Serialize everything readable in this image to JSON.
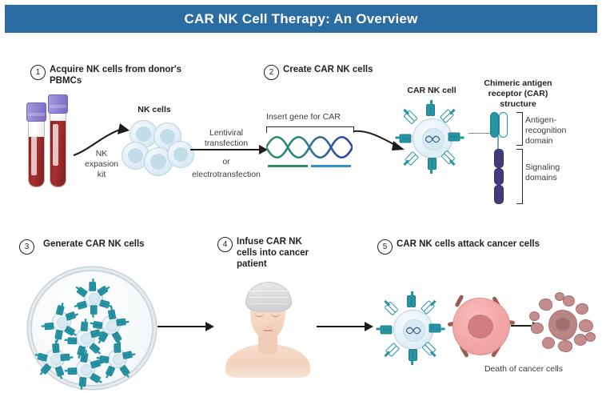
{
  "title": {
    "text": "CAR NK Cell Therapy: An Overview",
    "bar_color": "#2b6ca3",
    "text_color": "#ffffff"
  },
  "palette": {
    "teal_receptor": "#2595a5",
    "purple_signaling": "#3f3d7a",
    "blood_red": "#a83030",
    "tube_cap_purple": "#8f7fd1",
    "nk_cell_blue": "#e2eef6",
    "cancer_pink": "#f2a6a6",
    "dead_cell_mauve": "#c38d8d",
    "dna_green": "#2e8b62",
    "dna_blue": "#2f8fcf",
    "arrow_black": "#1c1c1c"
  },
  "steps": [
    {
      "number": "1",
      "title": "Acquire NK cells from donor's\nPBMCs"
    },
    {
      "number": "2",
      "title": "Create CAR NK cells"
    },
    {
      "number": "3",
      "title": "Generate CAR NK cells"
    },
    {
      "number": "4",
      "title": "Infuse CAR NK\ncells into cancer\npatient"
    },
    {
      "number": "5",
      "title": "CAR NK cells attack cancer cells"
    }
  ],
  "labels": {
    "nk_cells": "NK cells",
    "nk_expansion_kit": "NK\nexpasion\nkit",
    "lentiviral_transfection": "Lentiviral\ntransfection",
    "or": "or",
    "electrotransfection": "electrotransfection",
    "insert_gene_for_car": "Insert gene for CAR",
    "car_nk_cell": "CAR NK cell",
    "car_structure": "Chimeric antigen\nreceptor (CAR)\nstructure",
    "antigen_recognition_domain": "Antigen-\nrecognition\ndomain",
    "signaling_domains": "Signaling\ndomains",
    "death_of_cancer_cells": "Death of cancer cells"
  },
  "counts": {
    "blood_tubes": 2,
    "nk_cells_cluster": 5,
    "car_nk_receptors": 8,
    "petri_dish_cells": 7,
    "signaling_domain_segments": 3,
    "antigen_recognition_segments": 2
  }
}
